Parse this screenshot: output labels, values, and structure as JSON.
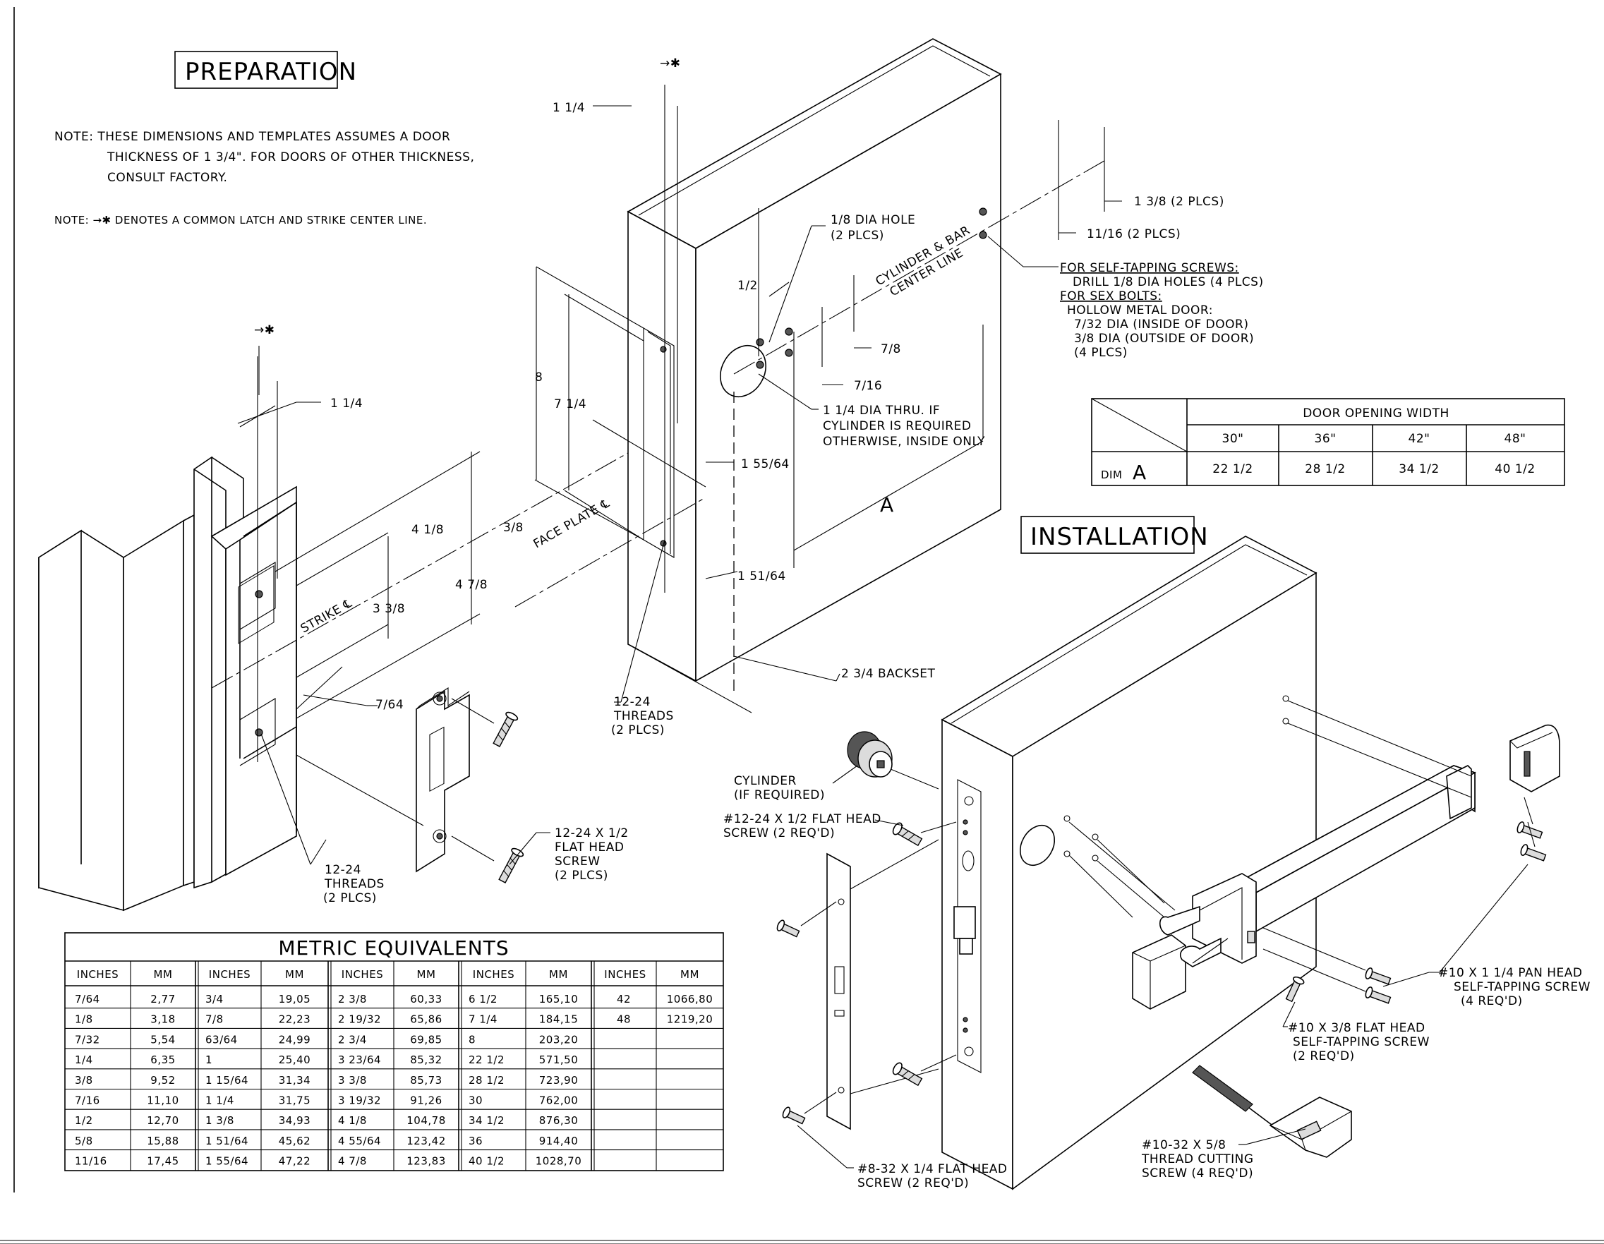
{
  "sections": {
    "preparation": "PREPARATION",
    "installation": "INSTALLATION"
  },
  "notes": {
    "note1_line1": "NOTE: THESE DIMENSIONS AND TEMPLATES ASSUMES A DOOR",
    "note1_line2": "THICKNESS OF 1 3/4\". FOR DOORS OF OTHER THICKNESS,",
    "note1_line3": "CONSULT FACTORY.",
    "note2": "NOTE: →✱ DENOTES A COMMON LATCH AND STRIKE CENTER LINE."
  },
  "symbols": {
    "centerline_mark": "→✱"
  },
  "labels": {
    "frame_1_1_4": "1 1/4",
    "door_1_1_4": "1 1/4",
    "strike_4_1_8": "4 1/8",
    "strike_4_7_8": "4 7/8",
    "strike_3_3_8": "3 3/8",
    "strike_cl": "STRIKE ℄",
    "strike_7_64": "7/64",
    "frame_threads_1": "12-24",
    "frame_threads_2": "THREADS",
    "frame_threads_3": "(2 PLCS)",
    "screw_1": "12-24 X 1/2",
    "screw_2": "FLAT HEAD",
    "screw_3": "SCREW",
    "screw_4": "(2 PLCS)",
    "dim_3_8": "3/8",
    "face_plate_cl": "FACE PLATE ℄",
    "dim_8": "8",
    "dim_7_1_4": "7 1/4",
    "dim_1_2": "1/2",
    "hole_1": "1/8 DIA HOLE",
    "hole_2": "(2 PLCS)",
    "cyl_cl_1": "CYLINDER & BAR",
    "cyl_cl_2": "CENTER LINE",
    "dim_7_8": "7/8",
    "dim_7_16": "7/16",
    "thru_1": "1 1/4 DIA THRU. IF",
    "thru_2": "CYLINDER IS REQUIRED",
    "thru_3": "OTHERWISE, INSIDE ONLY",
    "dim_1_55_64": "1 55/64",
    "dim_1_51_64": "1 51/64",
    "dim_A": "A",
    "backset": "2 3/4 BACKSET",
    "door_threads_1": "12-24",
    "door_threads_2": "THREADS",
    "door_threads_3": "(2 PLCS)",
    "plcs_1_3_8": "1 3/8 (2 PLCS)",
    "plcs_11_16": "11/16 (2 PLCS)",
    "self_1": "FOR SELF-TAPPING SCREWS:",
    "self_2": "DRILL 1/8 DIA HOLES (4 PLCS)",
    "self_3": "FOR SEX BOLTS:",
    "self_4": "HOLLOW METAL DOOR:",
    "self_5": "7/32 DIA (INSIDE OF DOOR)",
    "self_6": "3/8 DIA (OUTSIDE OF DOOR)",
    "self_7": "(4 PLCS)",
    "cylinder_1": "CYLINDER",
    "cylinder_2": "(IF REQUIRED)",
    "s1224_1": "#12-24 X 1/2 FLAT HEAD",
    "s1224_2": "SCREW (2 REQ'D)",
    "s832_1": "#8-32 X 1/4 FLAT HEAD",
    "s832_2": "SCREW (2 REQ'D)",
    "pan_1": "#10 X 1 1/4 PAN HEAD",
    "pan_2": "SELF-TAPPING SCREW",
    "pan_3": "(4 REQ'D)",
    "flat10_1": "#10 X 3/8 FLAT HEAD",
    "flat10_2": "SELF-TAPPING SCREW",
    "flat10_3": "(2 REQ'D)",
    "tc_1": "#10-32 X 5/8",
    "tc_2": "THREAD CUTTING",
    "tc_3": "SCREW (4 REQ'D)"
  },
  "door_opening_table": {
    "title": "DOOR OPENING WIDTH",
    "row_label": "DIM",
    "row_symbol": "A",
    "widths": [
      "30\"",
      "36\"",
      "42\"",
      "48\""
    ],
    "values": [
      "22 1/2",
      "28 1/2",
      "34 1/2",
      "40 1/2"
    ]
  },
  "metric_table": {
    "title": "METRIC EQUIVALENTS",
    "headers": [
      "INCHES",
      "MM",
      "INCHES",
      "MM",
      "INCHES",
      "MM",
      "INCHES",
      "MM",
      "INCHES",
      "MM"
    ],
    "rows": [
      [
        "7/64",
        "2,77",
        "3/4",
        "19,05",
        "2 3/8",
        "60,33",
        "6 1/2",
        "165,10",
        "42",
        "1066,80"
      ],
      [
        "1/8",
        "3,18",
        "7/8",
        "22,23",
        "2 19/32",
        "65,86",
        "7 1/4",
        "184,15",
        "48",
        "1219,20"
      ],
      [
        "7/32",
        "5,54",
        "63/64",
        "24,99",
        "2 3/4",
        "69,85",
        "8",
        "203,20",
        "",
        ""
      ],
      [
        "1/4",
        "6,35",
        "1",
        "25,40",
        "3 23/64",
        "85,32",
        "22 1/2",
        "571,50",
        "",
        ""
      ],
      [
        "3/8",
        "9,52",
        "1 15/64",
        "31,34",
        "3 3/8",
        "85,73",
        "28 1/2",
        "723,90",
        "",
        ""
      ],
      [
        "7/16",
        "11,10",
        "1 1/4",
        "31,75",
        "3 19/32",
        "91,26",
        "30",
        "762,00",
        "",
        ""
      ],
      [
        "1/2",
        "12,70",
        "1 3/8",
        "34,93",
        "4 1/8",
        "104,78",
        "34 1/2",
        "876,30",
        "",
        ""
      ],
      [
        "5/8",
        "15,88",
        "1 51/64",
        "45,62",
        "4 55/64",
        "123,42",
        "36",
        "914,40",
        "",
        ""
      ],
      [
        "11/16",
        "17,45",
        "1 55/64",
        "47,22",
        "4 7/8",
        "123,83",
        "40 1/2",
        "1028,70",
        "",
        ""
      ]
    ]
  }
}
